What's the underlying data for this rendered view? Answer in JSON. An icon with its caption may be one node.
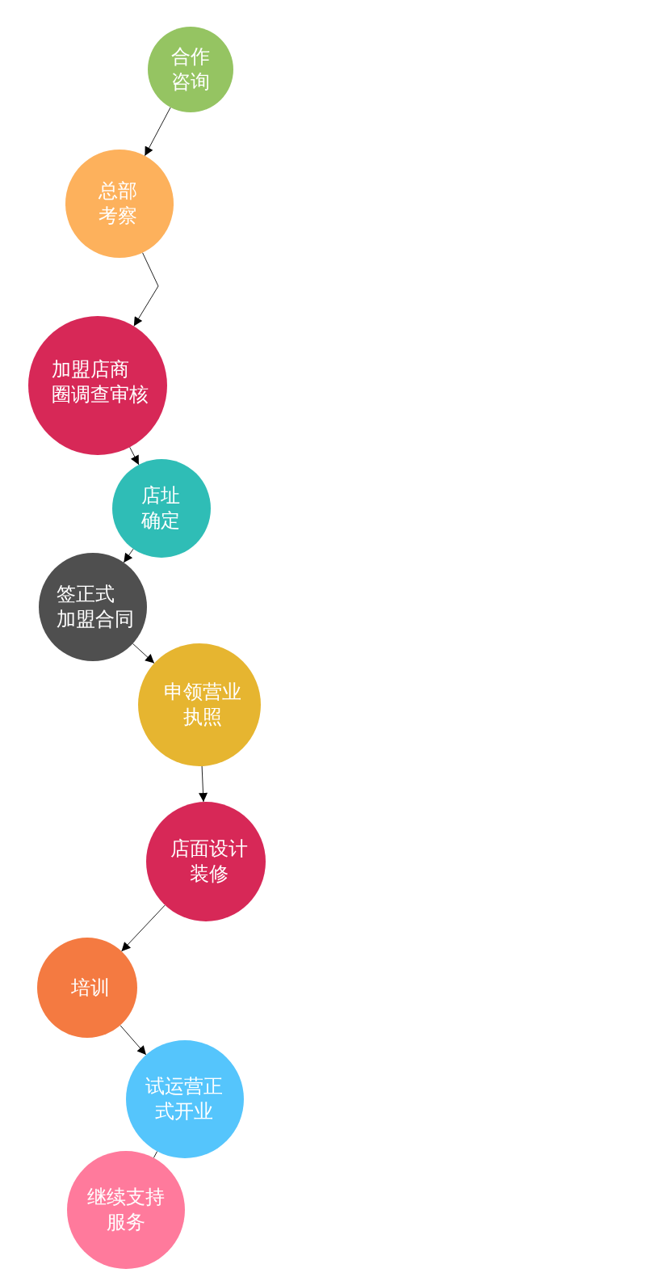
{
  "diagram": {
    "nodes": [
      {
        "text": [
          "合作咨询"
        ]
      },
      {
        "text": [
          "总部考察"
        ]
      },
      {
        "text": [
          "加盟店商圈调查审核"
        ]
      },
      {
        "text": [
          "店址确定"
        ]
      },
      {
        "text": [
          "签正式加盟合同"
        ]
      },
      {
        "text": [
          "申领营业执照"
        ]
      },
      {
        "text": [
          "店面设计装修"
        ]
      },
      {
        "text": [
          "培训"
        ]
      },
      {
        "text": [
          "试运营正式开业"
        ]
      },
      {
        "text": [
          "继续支持服务"
        ]
      }
    ],
    "edges": [
      {
        "from": 0,
        "to": 1,
        "arrow": "to"
      },
      {
        "from": 1,
        "to": 2,
        "arrow": "to"
      },
      {
        "from": 2,
        "to": 3,
        "arrow": "to"
      },
      {
        "from": 3,
        "to": 4,
        "arrow": "to"
      },
      {
        "from": 4,
        "to": 5,
        "arrow": "to"
      },
      {
        "from": 5,
        "to": 6,
        "arrow": "to"
      },
      {
        "from": 6,
        "to": 7,
        "arrow": "to"
      },
      {
        "from": 7,
        "to": 8,
        "arrow": "to"
      },
      {
        "from": 8,
        "to": 9,
        "arrow": "none"
      }
    ]
  }
}
